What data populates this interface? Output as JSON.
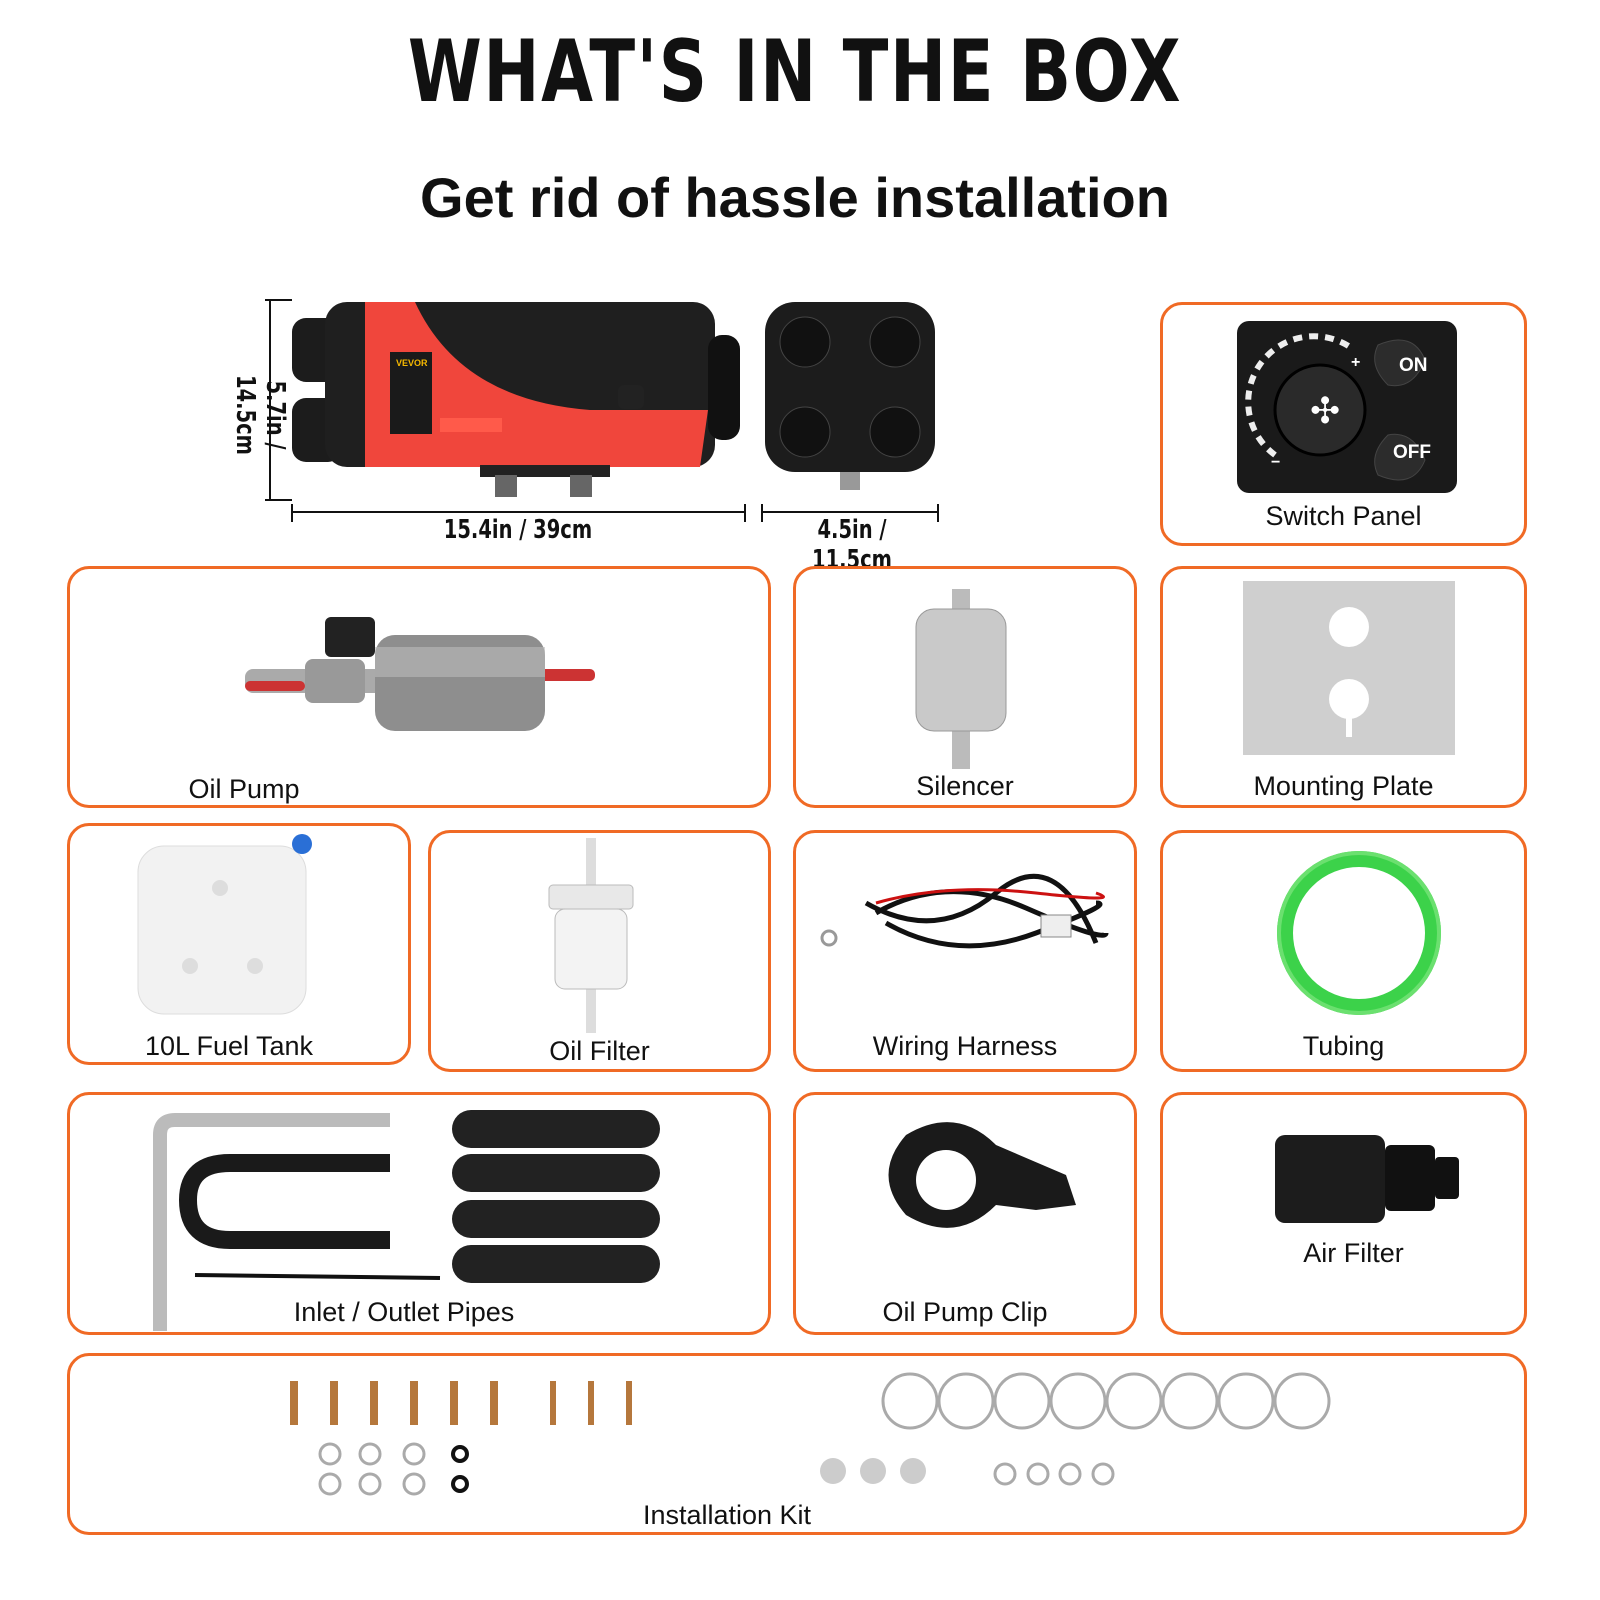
{
  "header": {
    "title": "WHAT'S IN THE BOX",
    "subtitle": "Get rid of hassle installation"
  },
  "heater": {
    "brand": "VEVOR",
    "length_label": "15.4in / 39cm",
    "height_label": "5.7in / 14.5cm",
    "width_label": "4.5in / 11.5cm"
  },
  "switch_panel": {
    "on_label": "ON",
    "off_label": "OFF",
    "plus": "+",
    "minus": "−"
  },
  "colors": {
    "accent_border": "#f06a25",
    "heater_red": "#f0463c"
  },
  "items": [
    {
      "label": "Switch Panel"
    },
    {
      "label": "Oil Pump"
    },
    {
      "label": "Silencer"
    },
    {
      "label": "Mounting Plate"
    },
    {
      "label": "10L Fuel Tank"
    },
    {
      "label": "Oil Filter"
    },
    {
      "label": "Wiring Harness"
    },
    {
      "label": "Tubing"
    },
    {
      "label": "Inlet / Outlet Pipes"
    },
    {
      "label": "Oil Pump Clip"
    },
    {
      "label": "Air Filter"
    },
    {
      "label": "Installation Kit"
    }
  ]
}
